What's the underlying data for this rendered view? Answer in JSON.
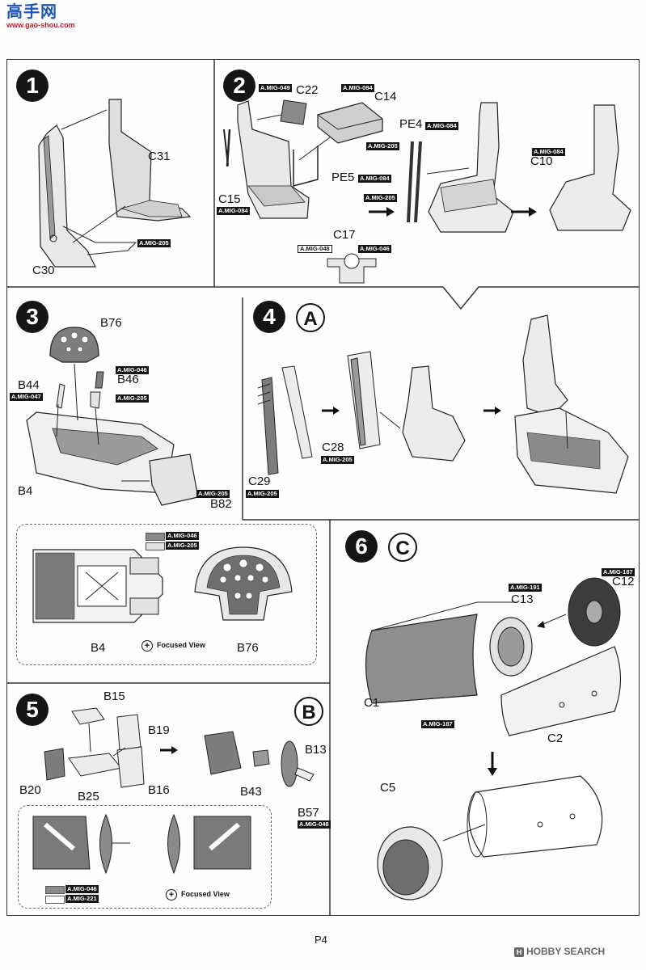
{
  "watermark": {
    "logo_text": "高手网",
    "site": "www.gao-shou.com"
  },
  "footer": {
    "page": "P4",
    "brand": "HOBBY SEARCH"
  },
  "colors": {
    "gray_046": "#8a8a8a",
    "white_205": "#e2e2e2",
    "white_221": "#ffffff"
  },
  "steps": {
    "s1": {
      "num": "1",
      "parts": {
        "c31": "C31",
        "c30": "C30"
      },
      "tags": {
        "t205": "A.MIG-205"
      }
    },
    "s2": {
      "num": "2",
      "parts": {
        "c22": "C22",
        "c14": "C14",
        "pe4": "PE4",
        "c10": "C10",
        "pe5": "PE5",
        "c15": "C15",
        "c17": "C17"
      },
      "tags": {
        "t049": "A.MIG-049",
        "t084a": "A.MIG-084",
        "t205a": "A.MIG-205",
        "t084b": "A.MIG-084",
        "t084c": "A.MIG-084",
        "t084d": "A.MIG-084",
        "t205b": "A.MIG-205",
        "t084e": "A.MIG-084",
        "t048": "A.MIG-048",
        "t046": "A.MIG-046"
      }
    },
    "s3": {
      "num": "3",
      "parts": {
        "b76": "B76",
        "b46": "B46",
        "b44": "B44",
        "b4": "B4",
        "b82": "B82"
      },
      "tags": {
        "t046": "A.MIG-046",
        "t047": "A.MIG-047",
        "t205a": "A.MIG-205",
        "t205b": "A.MIG-205"
      },
      "focused": {
        "legend_dark": "A.MIG-046",
        "legend_light": "A.MIG-205",
        "b4": "B4",
        "b76": "B76",
        "label": "Focused View"
      }
    },
    "s4": {
      "num": "4",
      "letter": "A",
      "parts": {
        "c28": "C28",
        "c29": "C29"
      },
      "tags": {
        "t205a": "A.MIG-205",
        "t205b": "A.MIG-205"
      }
    },
    "s5": {
      "num": "5",
      "letter": "B",
      "parts": {
        "b15": "B15",
        "b19": "B19",
        "b20": "B20",
        "b25": "B25",
        "b16": "B16",
        "b13": "B13",
        "b43": "B43",
        "b57": "B57"
      },
      "tags": {
        "t048": "A.MIG-048"
      },
      "focused": {
        "legend_dark": "A.MIG-046",
        "legend_light": "A.MIG-221",
        "label": "Focused View"
      }
    },
    "s6": {
      "num": "6",
      "letter": "C",
      "parts": {
        "c12": "C12",
        "c13": "C13",
        "c1": "C1",
        "c2": "C2",
        "c5": "C5"
      },
      "tags": {
        "t187a": "A.MIG-187",
        "t191": "A.MIG-191",
        "t187b": "A.MIG-187"
      }
    }
  }
}
